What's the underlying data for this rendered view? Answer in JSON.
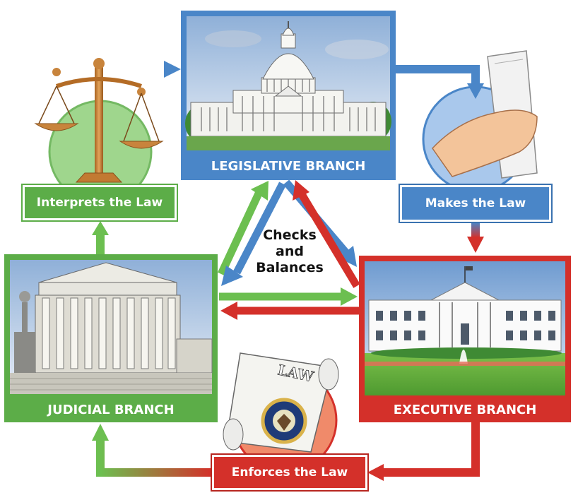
{
  "center": {
    "line1": "Checks",
    "line2": "and",
    "line3": "Balances"
  },
  "branches": {
    "legislative": "LEGISLATIVE BRANCH",
    "executive": "EXECUTIVE BRANCH",
    "judicial": "JUDICIAL BRANCH"
  },
  "actions": {
    "makes": "Makes the Law",
    "enforces": "Enforces the Law",
    "interprets": "Interprets the Law"
  },
  "scroll_text": "LAW",
  "colors": {
    "legislative": "#4a86c8",
    "executive": "#d4302a",
    "judicial": "#5cad48"
  }
}
